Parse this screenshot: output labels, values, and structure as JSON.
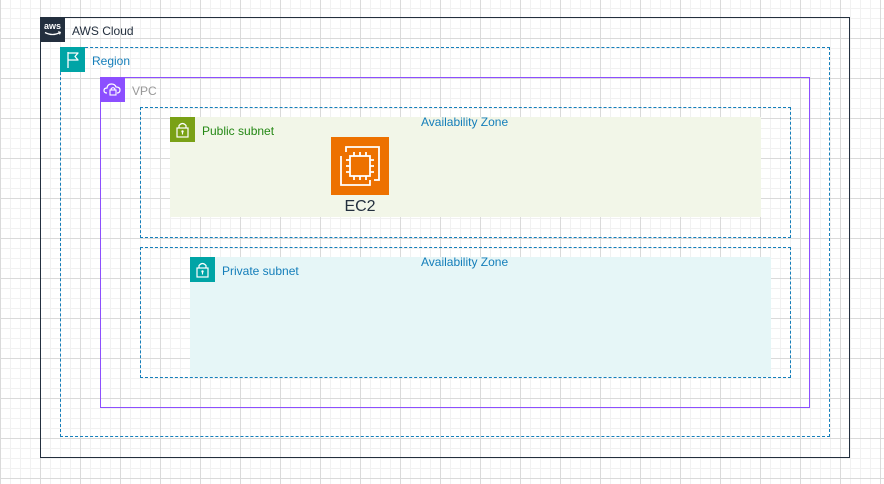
{
  "aws_cloud": {
    "label": "AWS Cloud",
    "icon": "aws-logo-icon",
    "color": "#232f3e"
  },
  "region": {
    "label": "Region",
    "icon": "flag-icon",
    "color": "#00a4a6"
  },
  "vpc": {
    "label": "VPC",
    "icon": "vpc-cloud-lock-icon",
    "color": "#8c4fff"
  },
  "availability_zones": [
    {
      "label": "Availability Zone",
      "color": "#147eba"
    },
    {
      "label": "Availability Zone",
      "color": "#147eba"
    }
  ],
  "public_subnet": {
    "label": "Public subnet",
    "icon": "lock-icon",
    "color": "#7aa116",
    "fill": "#f2f6e8"
  },
  "private_subnet": {
    "label": "Private subnet",
    "icon": "lock-icon",
    "color": "#00a4a6",
    "fill": "#e6f6f7"
  },
  "ec2": {
    "label": "EC2",
    "icon": "ec2-instance-icon",
    "color": "#ed7100"
  }
}
